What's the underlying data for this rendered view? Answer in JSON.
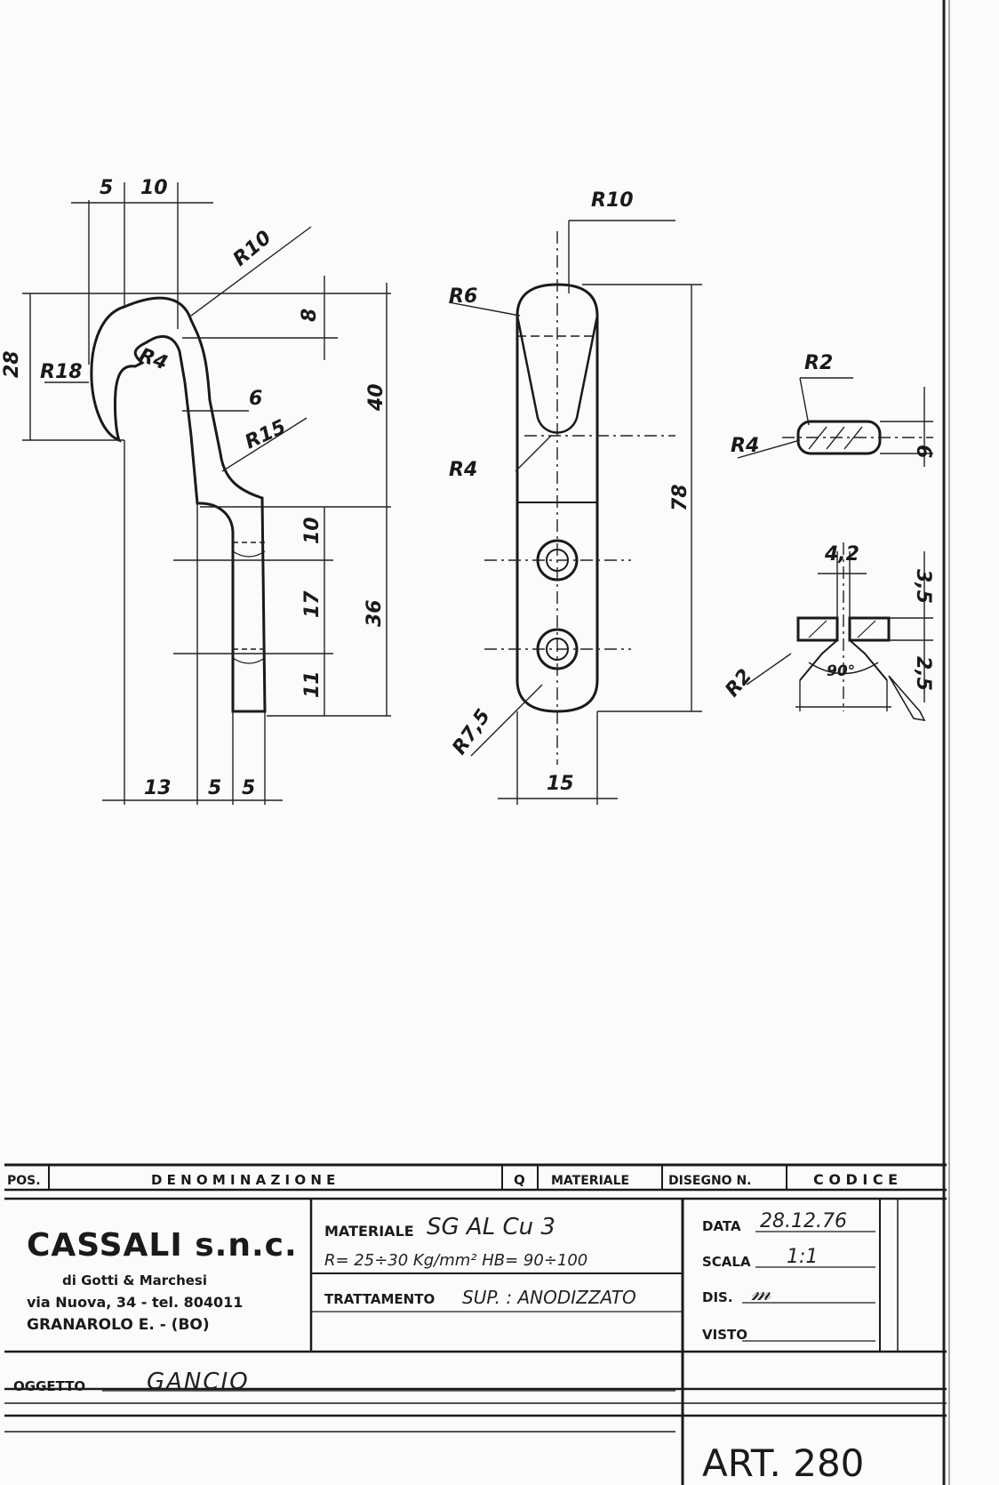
{
  "drawing": {
    "side_view": {
      "dims": [
        "5",
        "10",
        "R10",
        "8",
        "28",
        "R18",
        "R4",
        "6",
        "R15",
        "40",
        "10",
        "17",
        "36",
        "11",
        "13",
        "5",
        "5"
      ]
    },
    "front_view": {
      "dims": [
        "R10",
        "R6",
        "R4",
        "78",
        "R7,5",
        "15"
      ]
    },
    "section_view": {
      "dims": [
        "R2",
        "R4",
        "6"
      ]
    },
    "hole_detail": {
      "dims": [
        "4,2",
        "3,5",
        "2,5",
        "R2",
        "90°"
      ]
    }
  },
  "title_block": {
    "header": {
      "pos": "POS.",
      "denominazione": "D E N O M I N A Z I O N E",
      "q": "Q",
      "materiale": "MATERIALE",
      "disegno": "DISEGNO  N.",
      "codice": "C O D I C E"
    },
    "company": {
      "name": "CASSALI s.n.c.",
      "line1": "di Gotti & Marchesi",
      "line2": "via Nuova, 34 - tel. 804011",
      "line3": "GRANAROLO E. - (BO)"
    },
    "materiale_label": "MATERIALE",
    "materiale_value": "SG AL Cu 3",
    "spec_value": "R= 25÷30 Kg/mm²  HB= 90÷100",
    "trattamento_label": "TRATTAMENTO",
    "trattamento_value": "SUP. : ANODIZZATO",
    "data_label": "DATA",
    "data_value": "28.12.76",
    "scala_label": "SCALA",
    "scala_value": "1:1",
    "dis_label": "DIS.",
    "visto_label": "VISTO",
    "oggetto_label": "OGGETTO",
    "oggetto_value": "GANCIO",
    "art": "ART. 280"
  }
}
